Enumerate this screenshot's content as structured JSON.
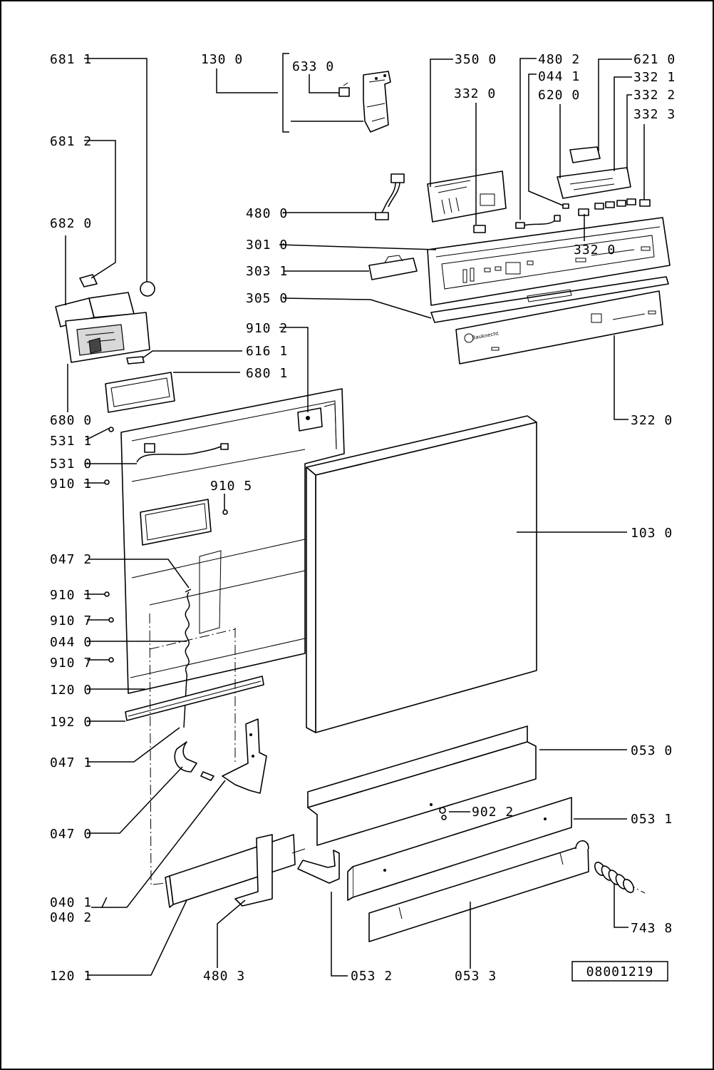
{
  "diagram": {
    "drawing_number": "08001219",
    "brand_logo_text": "Bauknecht",
    "callouts": [
      {
        "id": "c6811",
        "text": "681 1"
      },
      {
        "id": "c1300",
        "text": "130 0"
      },
      {
        "id": "c6330",
        "text": "633 0"
      },
      {
        "id": "c3500",
        "text": "350 0"
      },
      {
        "id": "c4802",
        "text": "480 2"
      },
      {
        "id": "c6210",
        "text": "621 0"
      },
      {
        "id": "c0441",
        "text": "044 1"
      },
      {
        "id": "c3321",
        "text": "332 1"
      },
      {
        "id": "c3320a",
        "text": "332 0"
      },
      {
        "id": "c6200",
        "text": "620 0"
      },
      {
        "id": "c3322",
        "text": "332 2"
      },
      {
        "id": "c3323",
        "text": "332 3"
      },
      {
        "id": "c6812",
        "text": "681 2"
      },
      {
        "id": "c4800",
        "text": "480 0"
      },
      {
        "id": "c6820",
        "text": "682 0"
      },
      {
        "id": "c3010",
        "text": "301 0"
      },
      {
        "id": "c3320b",
        "text": "332 0"
      },
      {
        "id": "c3031",
        "text": "303 1"
      },
      {
        "id": "c3050",
        "text": "305 0"
      },
      {
        "id": "c9102",
        "text": "910 2"
      },
      {
        "id": "c6161",
        "text": "616 1"
      },
      {
        "id": "c6801",
        "text": "680 1"
      },
      {
        "id": "c6800",
        "text": "680 0"
      },
      {
        "id": "c3220",
        "text": "322 0"
      },
      {
        "id": "c5311",
        "text": "531 1"
      },
      {
        "id": "c5310",
        "text": "531 0"
      },
      {
        "id": "c9101a",
        "text": "910 1"
      },
      {
        "id": "c9105",
        "text": "910 5"
      },
      {
        "id": "c1030",
        "text": "103 0"
      },
      {
        "id": "c0472",
        "text": "047 2"
      },
      {
        "id": "c9101b",
        "text": "910 1"
      },
      {
        "id": "c9107a",
        "text": "910 7"
      },
      {
        "id": "c0440",
        "text": "044 0"
      },
      {
        "id": "c9107b",
        "text": "910 7"
      },
      {
        "id": "c1200",
        "text": "120 0"
      },
      {
        "id": "c1920",
        "text": "192 0"
      },
      {
        "id": "c0530",
        "text": "053 0"
      },
      {
        "id": "c0471",
        "text": "047 1"
      },
      {
        "id": "c9022",
        "text": "902 2"
      },
      {
        "id": "c0531",
        "text": "053 1"
      },
      {
        "id": "c0470",
        "text": "047 0"
      },
      {
        "id": "c0401",
        "text": "040 1 /"
      },
      {
        "id": "c0402",
        "text": "040 2"
      },
      {
        "id": "c7438",
        "text": "743 8"
      },
      {
        "id": "c1201",
        "text": "120 1"
      },
      {
        "id": "c4803",
        "text": "480 3"
      },
      {
        "id": "c0532",
        "text": "053 2"
      },
      {
        "id": "c0533",
        "text": "053 3"
      }
    ]
  }
}
